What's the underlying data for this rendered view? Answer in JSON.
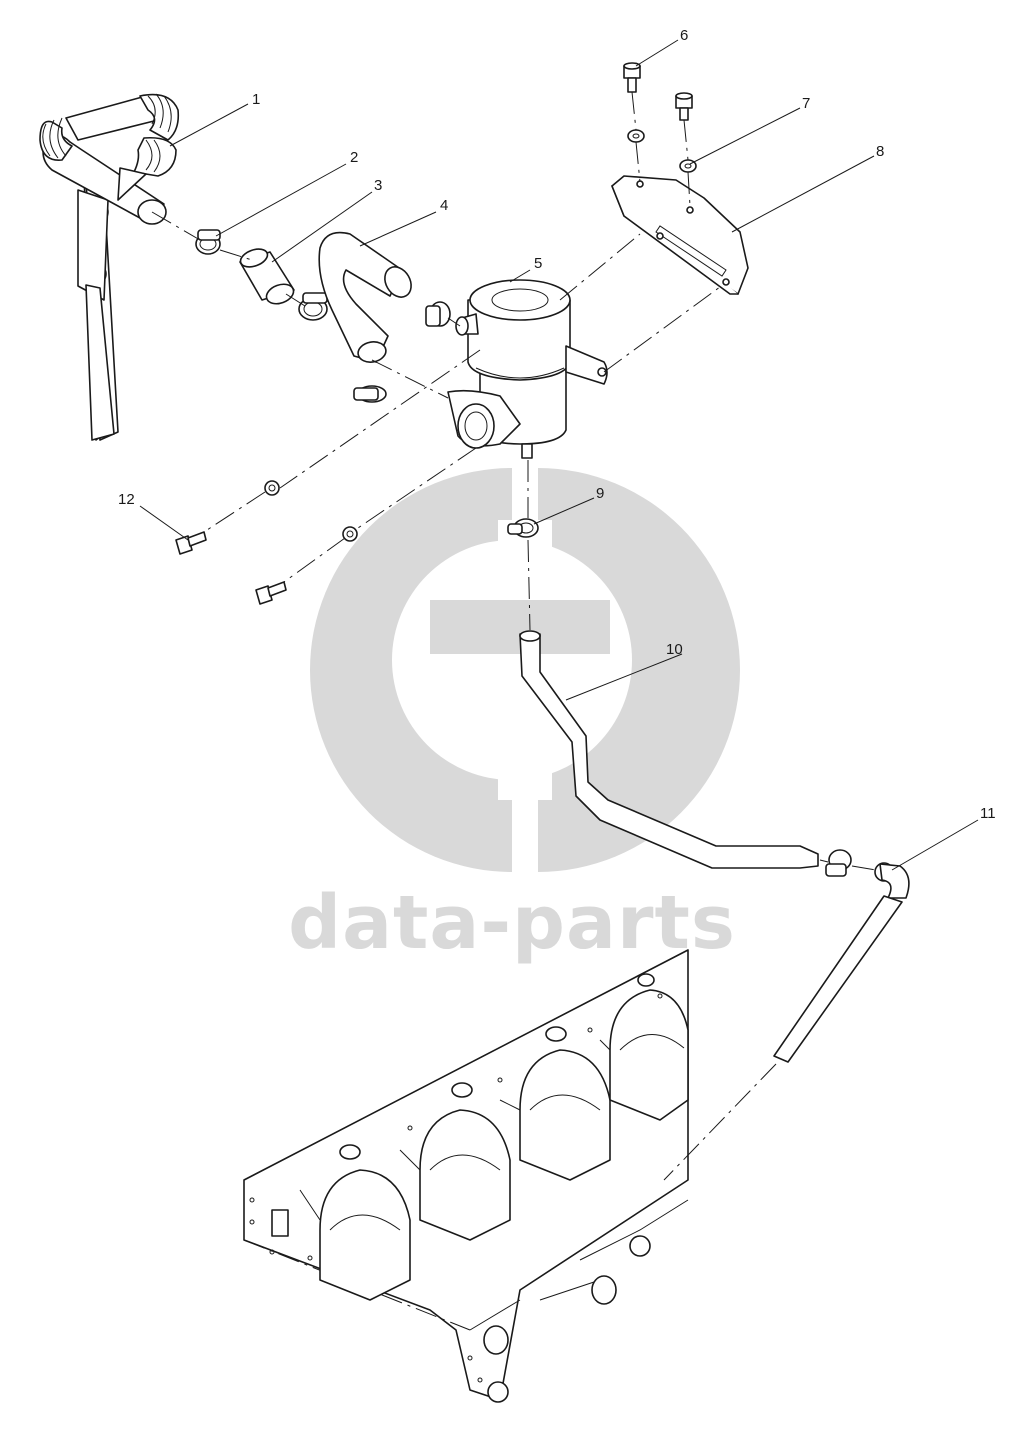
{
  "callouts": [
    {
      "id": "1",
      "label": "1"
    },
    {
      "id": "2",
      "label": "2"
    },
    {
      "id": "3",
      "label": "3"
    },
    {
      "id": "4",
      "label": "4"
    },
    {
      "id": "5",
      "label": "5"
    },
    {
      "id": "6",
      "label": "6"
    },
    {
      "id": "7",
      "label": "7"
    },
    {
      "id": "8",
      "label": "8"
    },
    {
      "id": "9",
      "label": "9"
    },
    {
      "id": "10",
      "label": "10"
    },
    {
      "id": "11",
      "label": "11"
    },
    {
      "id": "12",
      "label": "12"
    }
  ],
  "watermark": {
    "text": "data-parts",
    "color": "#d9d9d9"
  },
  "colors": {
    "line": "#1a1a1a",
    "background": "#ffffff"
  }
}
